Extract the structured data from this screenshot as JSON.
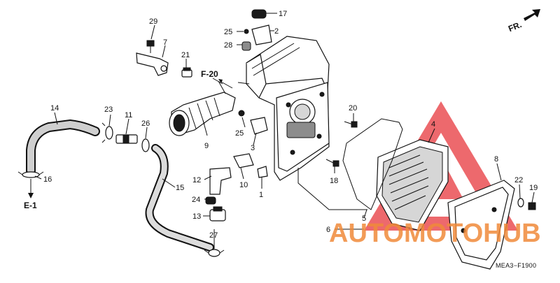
{
  "diagram": {
    "diagram_code": "MEA3−F1900",
    "direction_label": "FR.",
    "ref_labels": {
      "f20": "F-20",
      "e1": "E-1"
    },
    "callouts": [
      "1",
      "2",
      "3",
      "4",
      "5",
      "6",
      "7",
      "8",
      "9",
      "10",
      "11",
      "12",
      "13",
      "14",
      "15",
      "16",
      "17",
      "18",
      "19",
      "20",
      "21",
      "22",
      "23",
      "24",
      "25",
      "25",
      "26",
      "27",
      "28",
      "29"
    ],
    "watermark": {
      "text": "AUTOMOTOHUB",
      "color": "#f08a3a",
      "logo_color": "#e8383d"
    }
  }
}
